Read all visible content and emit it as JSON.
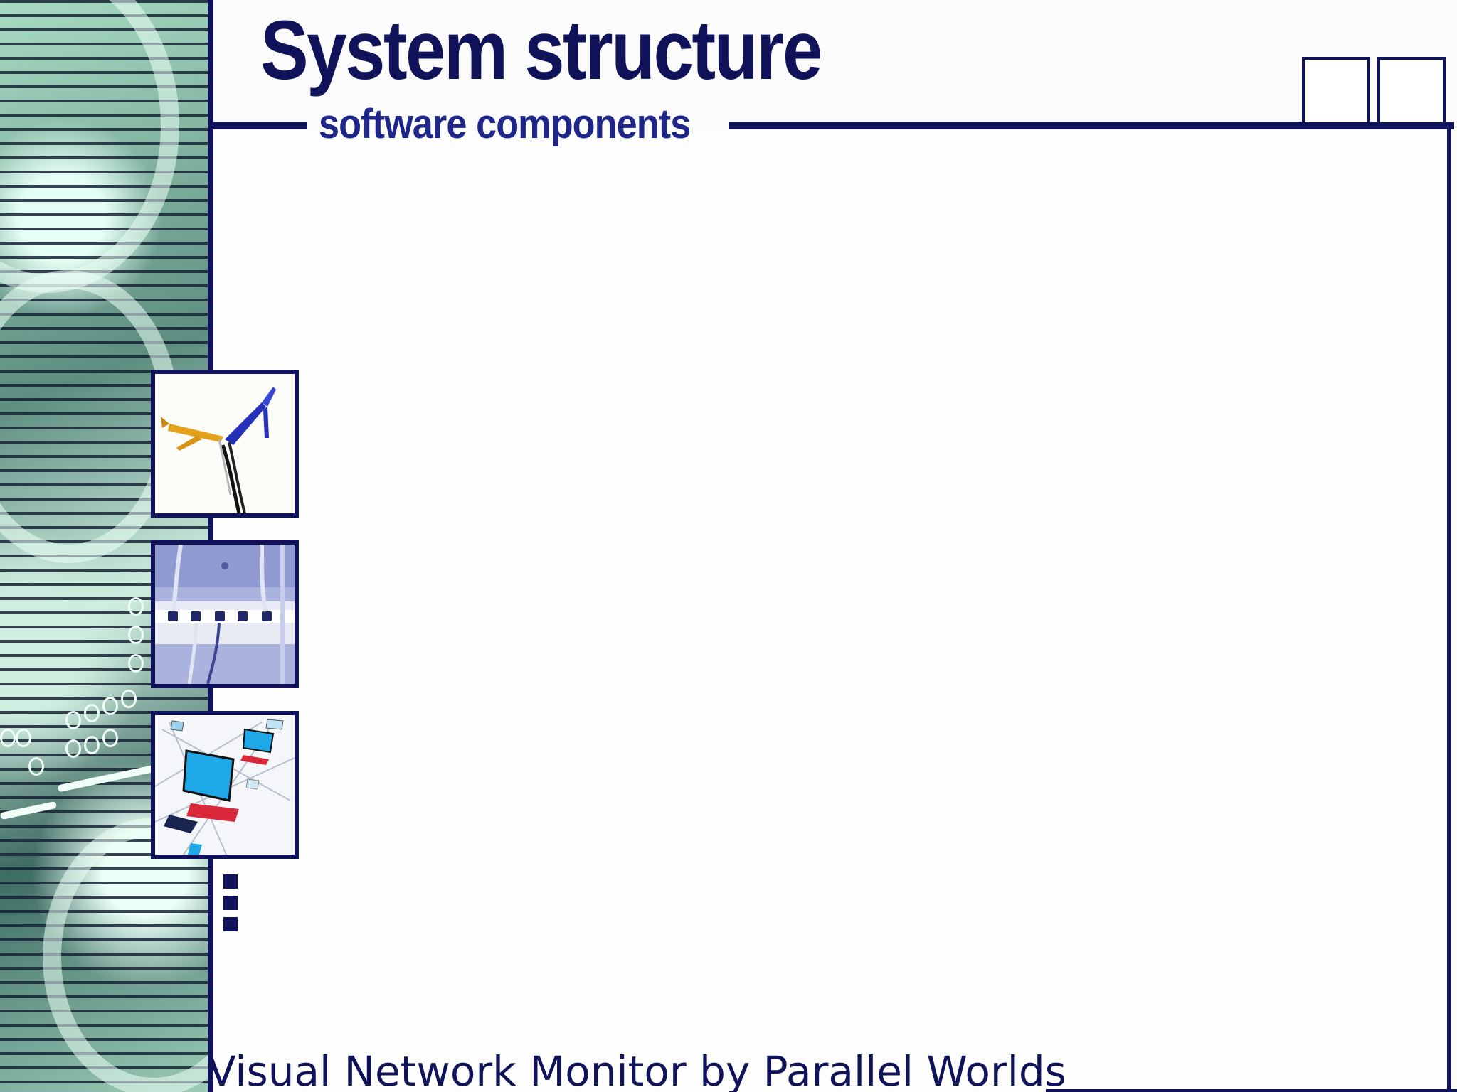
{
  "slide": {
    "title": "System structure",
    "subtitle": "software components",
    "footer": "Visual Network Monitor by Parallel Worlds"
  },
  "thumbnails": [
    {
      "icon": "alligator-clips-icon"
    },
    {
      "icon": "network-patch-panel-icon"
    },
    {
      "icon": "networked-computers-icon"
    }
  ],
  "colors": {
    "navy": "#11135a",
    "subtitle_blue": "#1e2689",
    "background": "#fbfbfc"
  }
}
